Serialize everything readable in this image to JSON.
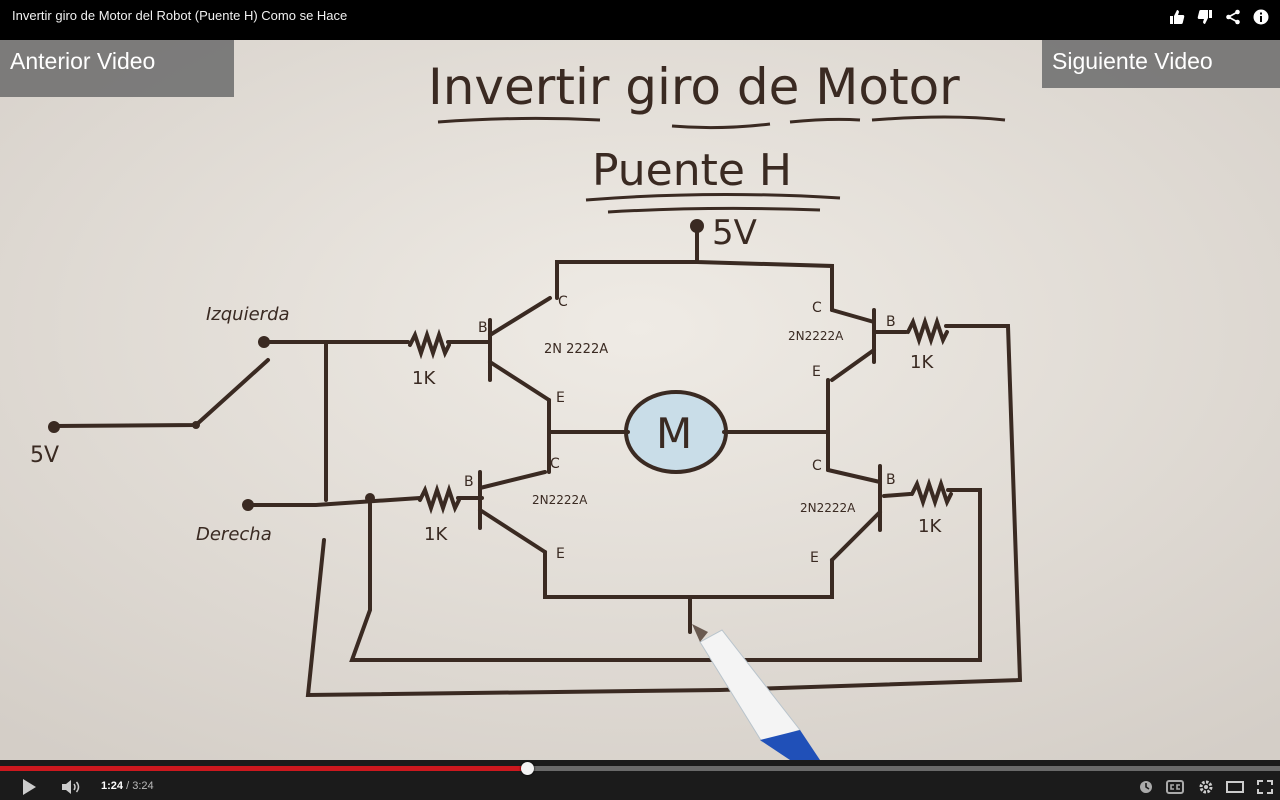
{
  "video": {
    "title": "Invertir giro de Motor del Robot (Puente H) Como se Hace",
    "top_actions": [
      "like-icon",
      "dislike-icon",
      "share-icon",
      "info-icon"
    ]
  },
  "end_cards": {
    "previous": "Anterior  Video",
    "next": "Siguiente Video"
  },
  "drawing": {
    "title_line1": "Invertir giro de Motor",
    "title_line2": "Puente H",
    "supply_top": "5V",
    "supply_left": "5V",
    "input_left": "Izquierda",
    "input_right": "Derecha",
    "motor": "M",
    "transistors": [
      "2N 2222A",
      "2N2222A",
      "2N2222A",
      "2N2222A"
    ],
    "resistors": [
      "1K",
      "1K",
      "1K",
      "1K"
    ],
    "pins": {
      "b": "B",
      "c": "C",
      "e": "E"
    }
  },
  "player": {
    "current_time": "1:24",
    "separator": "/",
    "duration": "3:24",
    "progress_fraction": 0.412,
    "accent_color": "#cc181e",
    "controls": [
      "play-icon",
      "volume-icon",
      "watch-later-icon",
      "captions-icon",
      "settings-icon",
      "theater-icon",
      "fullscreen-icon"
    ]
  }
}
